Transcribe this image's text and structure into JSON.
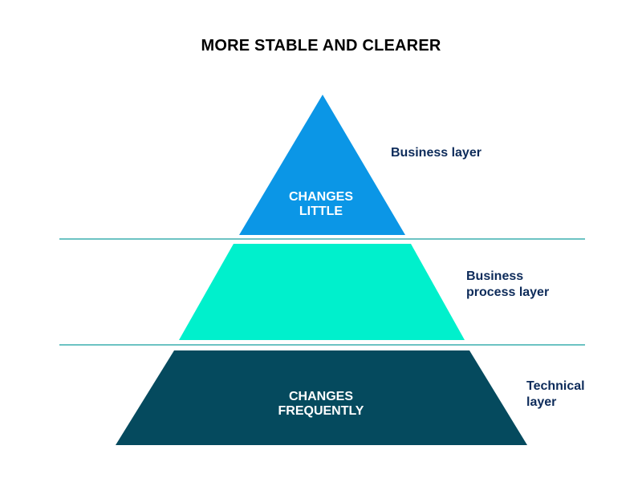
{
  "title": "MORE STABLE AND CLEARER",
  "colors": {
    "top_tier": "#0b96e6",
    "middle_tier": "#00f0cc",
    "bottom_tier": "#054a5e",
    "divider": "#6cc3c3",
    "label_text": "#0d2b5a"
  },
  "tiers": {
    "top": {
      "inner_text": [
        "CHANGES",
        "LITTLE"
      ],
      "label": [
        "Business layer"
      ]
    },
    "middle": {
      "inner_text": [],
      "label": [
        "Business",
        "process layer"
      ]
    },
    "bottom": {
      "inner_text": [
        "CHANGES",
        "FREQUENTLY"
      ],
      "label": [
        "Technical",
        "layer"
      ]
    }
  }
}
